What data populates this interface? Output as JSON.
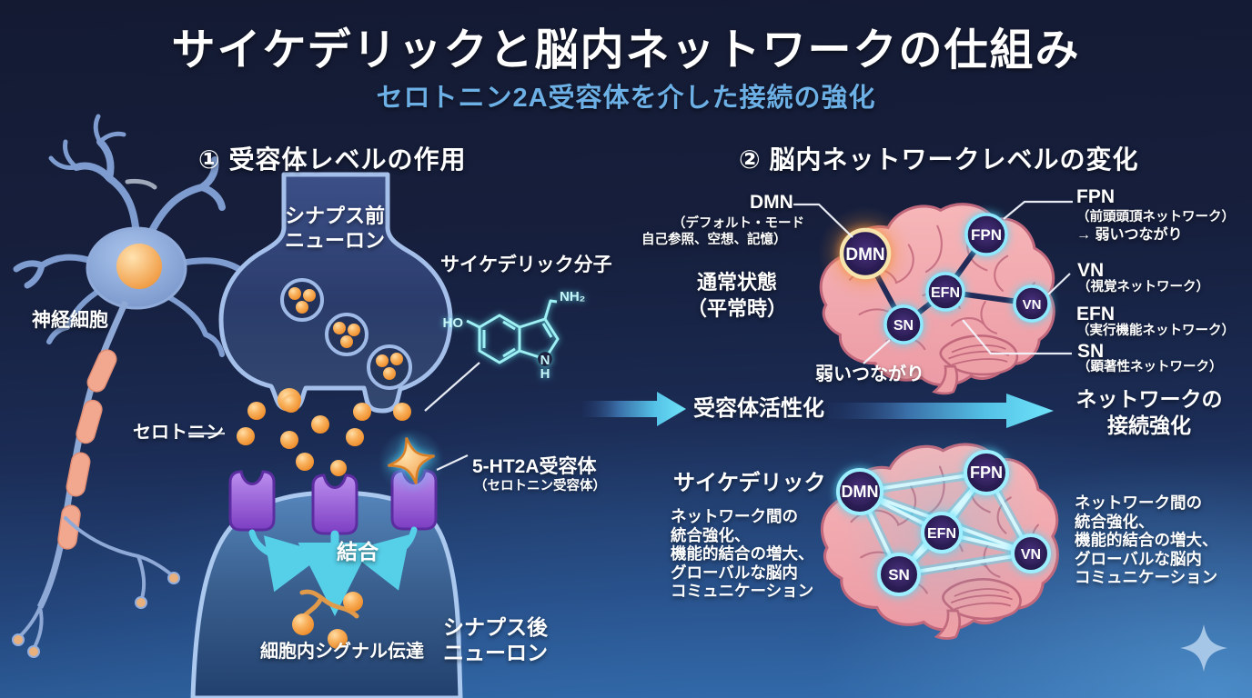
{
  "title": "サイケデリックと脳内ネットワークの仕組み",
  "subtitle": "セロトニン2A受容体を介した接続の強化",
  "receptor_section": {
    "heading": "① 受容体レベルの作用",
    "nerve_cell": "神経細胞",
    "presynaptic": [
      "シナプス前",
      "ニューロン"
    ],
    "psychedelic_molecule": "サイケデリック分子",
    "molecule_atoms": {
      "ho": "HO",
      "nh2": "NH₂",
      "n": "N",
      "h": "H"
    },
    "serotonin": "セロトニン",
    "receptor": "5-HT2A受容体",
    "receptor_sub": "（セロトニン受容体）",
    "binding": "結合",
    "signal": "細胞内シグナル伝達",
    "postsynaptic": [
      "シナプス後",
      "ニューロン"
    ]
  },
  "network_section": {
    "heading": "② 脳内ネットワークレベルの変化",
    "normal_state": [
      "通常状態",
      "（平常時）"
    ],
    "weak_connection": "弱いつながり",
    "networks": {
      "dmn": {
        "abbr": "DMN",
        "desc1": "（デフォルト・モード",
        "desc2": "自己参照、空想、記憶）"
      },
      "fpn": {
        "abbr": "FPN",
        "desc": "（前頭頭頂ネットワーク）",
        "note": "→ 弱いつながり"
      },
      "vn": {
        "abbr": "VN",
        "desc": "（視覚ネットワーク）"
      },
      "efn": {
        "abbr": "EFN",
        "desc": "（実行機能ネットワーク）"
      },
      "sn": {
        "abbr": "SN",
        "desc": "（顕著性ネットワーク）"
      }
    },
    "psychedelic_state": {
      "title": "サイケデリック",
      "effects": [
        "ネットワーク間の",
        "統合強化、",
        "機能的結合の増大、",
        "グローバルな脳内",
        "コミュニケーション"
      ]
    }
  },
  "transition": {
    "receptor_activation": "受容体活性化",
    "network_strengthening": [
      "ネットワークの",
      "接続強化"
    ]
  },
  "colors": {
    "accent_cyan": "#5fd6f2",
    "serotonin_orange": "#f5973c",
    "receptor_purple": "#9257d6",
    "brain_pink": "#f2abae",
    "node_ring_cyan": "#8ee9ff",
    "dmn_ring_cream": "#f6e4ac",
    "subtitle_blue": "#6cb0e6"
  }
}
